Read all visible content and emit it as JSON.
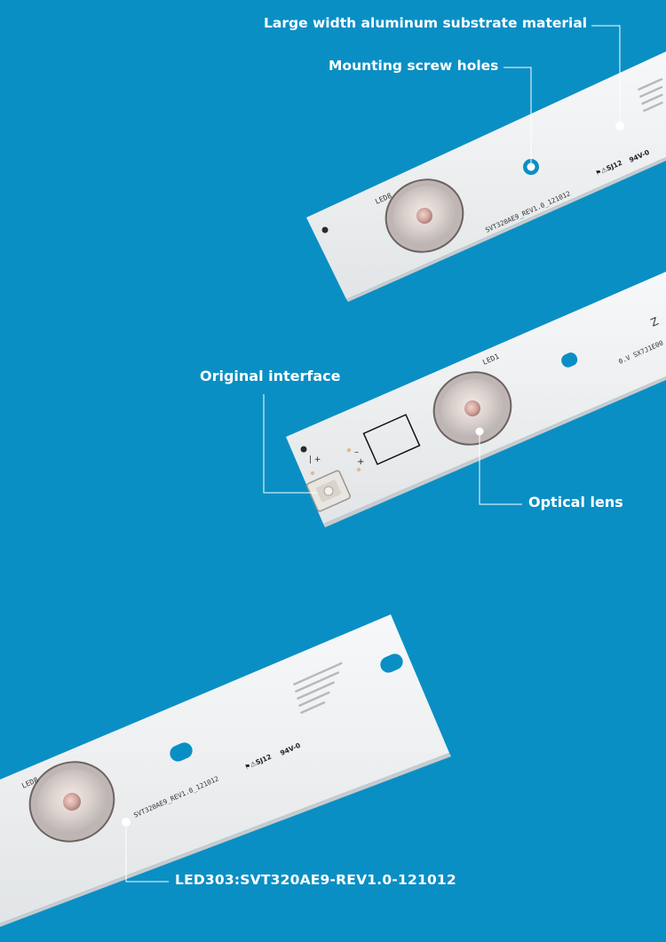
{
  "callouts": {
    "substrate": "Large width aluminum substrate material",
    "screw_holes": "Mounting screw holes",
    "interface": "Original interface",
    "lens": "Optical lens",
    "model": "LED303:SVT320AE9-REV1.0-121012"
  },
  "pcb_markings": {
    "led_label_top": "LED8",
    "led_label_middle": "LED1",
    "model_print": "SVT320AE9_REV1.0_121012",
    "cert_print": "⚑⚠SJ12",
    "flame_rating": "94V-0",
    "middle_print": "0.V SX7J1E00",
    "connector_minus": "–",
    "connector_plus": "+"
  },
  "colors": {
    "background": "#0a8fc4",
    "strip": "#eef0f1",
    "callout_text": "#ffffff",
    "leader_line": "#ffffff"
  }
}
